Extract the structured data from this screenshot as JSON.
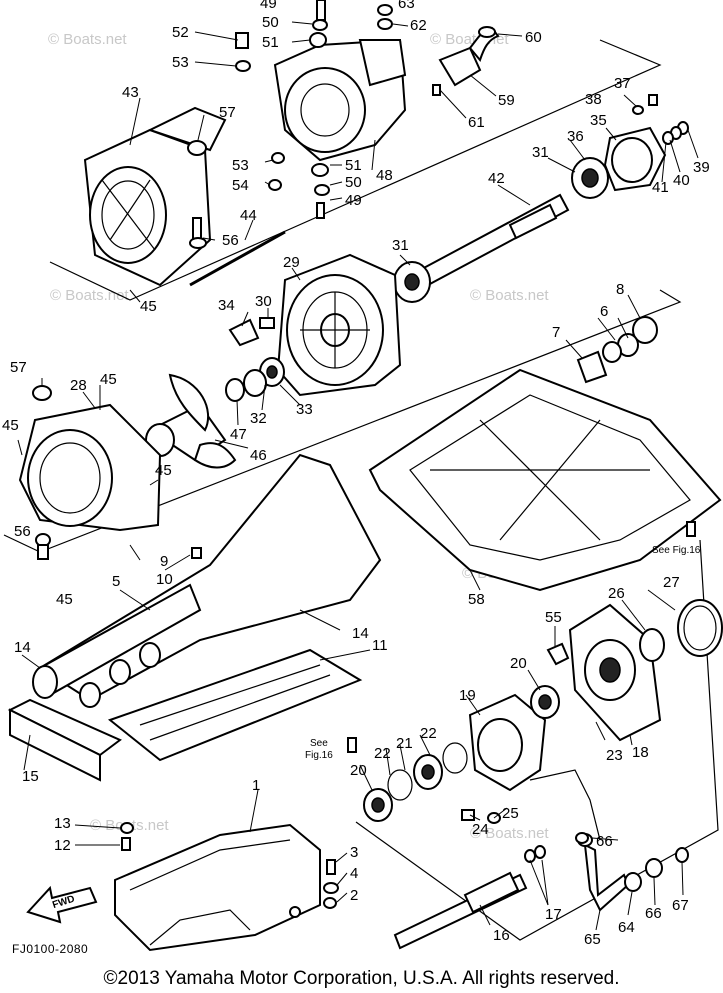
{
  "watermark": "© Boats.net",
  "figure_code": "FJ0100-2080",
  "copyright": "©2013 Yamaha Motor Corporation, U.S.A. All rights reserved.",
  "fwd_label": "FWD",
  "see_fig_labels": [
    "See",
    "Fig.16"
  ],
  "see_fig_inline": "See Fig.16",
  "callouts": [
    "49",
    "63",
    "52",
    "50",
    "62",
    "60",
    "51",
    "53",
    "59",
    "61",
    "37",
    "38",
    "35",
    "43",
    "57",
    "36",
    "31",
    "39",
    "40",
    "41",
    "53",
    "54",
    "51",
    "50",
    "48",
    "42",
    "49",
    "44",
    "56",
    "45",
    "29",
    "31",
    "34",
    "30",
    "8",
    "6",
    "7",
    "28",
    "45",
    "57",
    "32",
    "33",
    "47",
    "45",
    "46",
    "45",
    "9",
    "10",
    "56",
    "5",
    "45",
    "58",
    "27",
    "26",
    "55",
    "14",
    "11",
    "14",
    "20",
    "19",
    "15",
    "22",
    "21",
    "22",
    "23",
    "18",
    "20",
    "25",
    "24",
    "13",
    "66",
    "12",
    "3",
    "4",
    "2",
    "17",
    "16",
    "65",
    "64",
    "66",
    "67",
    "1"
  ]
}
